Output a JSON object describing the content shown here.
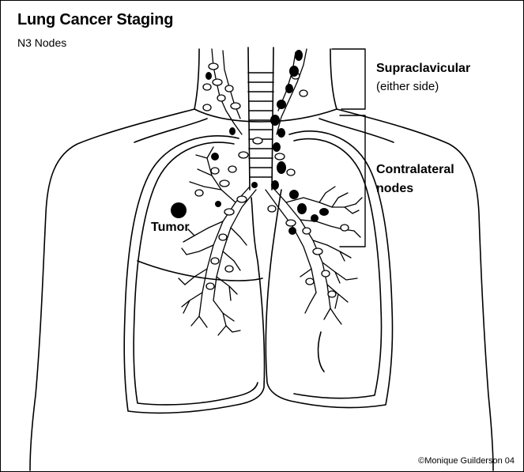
{
  "diagram": {
    "title": "Lung Cancer Staging",
    "subtitle": "N3 Nodes",
    "labels": {
      "supraclavicular": "Supraclavicular",
      "either_side": "(either side)",
      "contralateral_1": "Contralateral",
      "contralateral_2": "nodes",
      "tumor": "Tumor"
    },
    "credit": "©Monique Guilderson 04",
    "colors": {
      "ink": "#000000",
      "background": "#ffffff"
    }
  }
}
